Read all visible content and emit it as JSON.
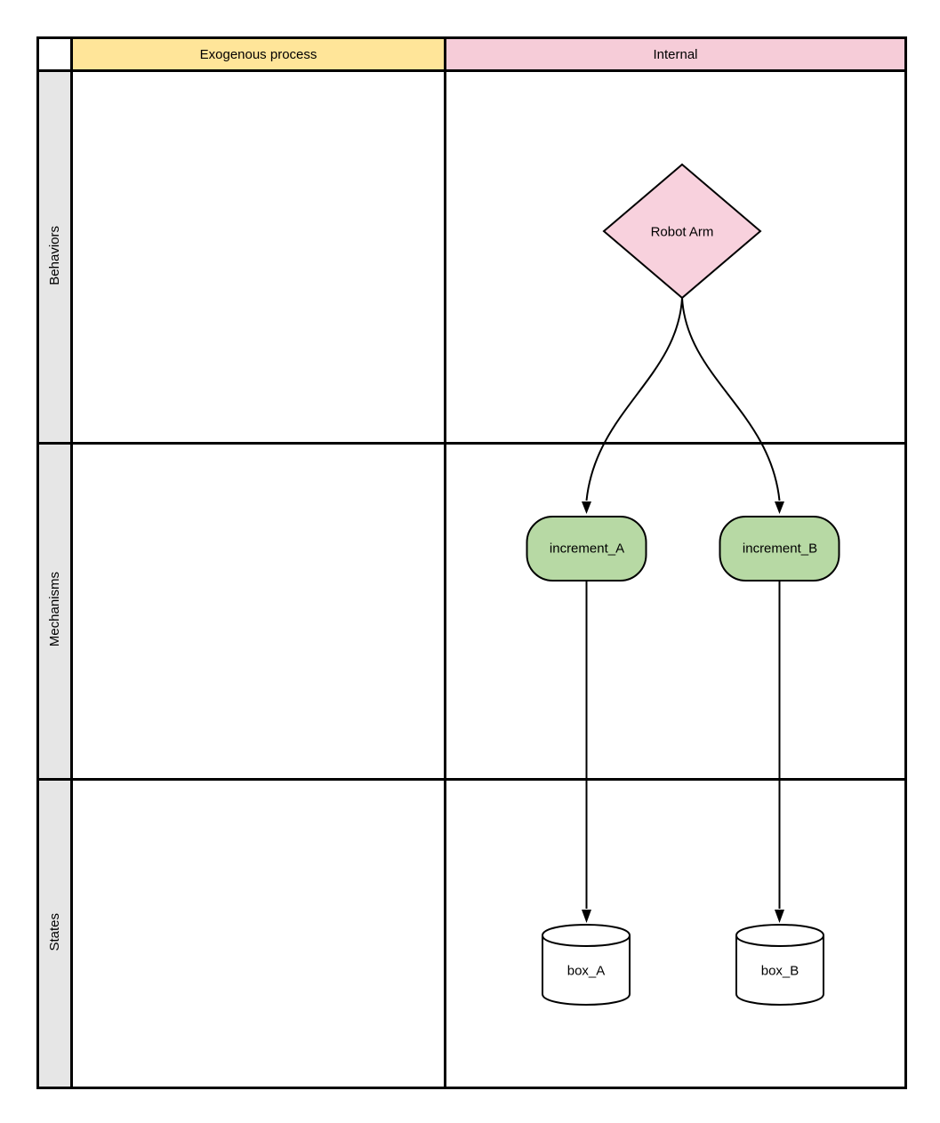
{
  "matrix": {
    "column_headers": [
      {
        "label": "Exogenous process",
        "fill": "#FFE599"
      },
      {
        "label": "Internal",
        "fill": "#F6CCD8"
      }
    ],
    "row_headers": [
      {
        "label": "Behaviors",
        "fill": "#E6E6E6"
      },
      {
        "label": "Mechanisms",
        "fill": "#E6E6E6"
      },
      {
        "label": "States",
        "fill": "#E6E6E6"
      }
    ]
  },
  "nodes": {
    "robot_arm": {
      "label": "Robot Arm",
      "shape": "diamond",
      "fill": "#F8D1DD",
      "row": "Behaviors",
      "column": "Internal"
    },
    "increment_a": {
      "label": "increment_A",
      "shape": "rounded-rectangle",
      "fill": "#B7D9A4",
      "row": "Mechanisms",
      "column": "Internal"
    },
    "increment_b": {
      "label": "increment_B",
      "shape": "rounded-rectangle",
      "fill": "#B7D9A4",
      "row": "Mechanisms",
      "column": "Internal"
    },
    "box_a": {
      "label": "box_A",
      "shape": "cylinder",
      "fill": "#FFFFFF",
      "row": "States",
      "column": "Internal"
    },
    "box_b": {
      "label": "box_B",
      "shape": "cylinder",
      "fill": "#FFFFFF",
      "row": "States",
      "column": "Internal"
    }
  },
  "edges": [
    {
      "from": "Robot Arm",
      "to": "increment_A",
      "style": "curved-arrow"
    },
    {
      "from": "Robot Arm",
      "to": "increment_B",
      "style": "curved-arrow"
    },
    {
      "from": "increment_A",
      "to": "box_A",
      "style": "straight-arrow"
    },
    {
      "from": "increment_B",
      "to": "box_B",
      "style": "straight-arrow"
    }
  ],
  "edge_color": "#000000"
}
